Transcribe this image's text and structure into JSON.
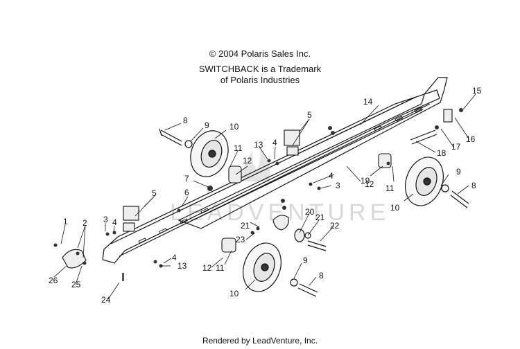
{
  "header": {
    "copyright": "© 2004 Polaris Sales Inc.",
    "trademark_line1": "SWITCHBACK is a Trademark",
    "trademark_line2": "of Polaris Industries"
  },
  "footer": {
    "rendered_by": "Rendered by LeadVenture, Inc."
  },
  "watermark": {
    "text": "LEADVENTURE"
  },
  "callouts": {
    "c1": "1",
    "c2": "2",
    "c3a": "3",
    "c3b": "3",
    "c4a": "4",
    "c4b": "4",
    "c4c": "4",
    "c4d": "4",
    "c5a": "5",
    "c5b": "5",
    "c6": "6",
    "c7": "7",
    "c8a": "8",
    "c8b": "8",
    "c8c": "8",
    "c9a": "9",
    "c9b": "9",
    "c9c": "9",
    "c10a": "10",
    "c10b": "10",
    "c10c": "10",
    "c11a": "11",
    "c11b": "11",
    "c11c": "11",
    "c12a": "12",
    "c12b": "12",
    "c12c": "12",
    "c13a": "13",
    "c13b": "13",
    "c14": "14",
    "c15": "15",
    "c16": "16",
    "c17": "17",
    "c18": "18",
    "c19": "19",
    "c20": "20",
    "c21a": "21",
    "c21b": "21",
    "c22": "22",
    "c23": "23",
    "c24": "24",
    "c25": "25",
    "c26": "26"
  },
  "colors": {
    "line": "#111111",
    "watermark": "#d8d8d8",
    "background": "#ffffff"
  }
}
